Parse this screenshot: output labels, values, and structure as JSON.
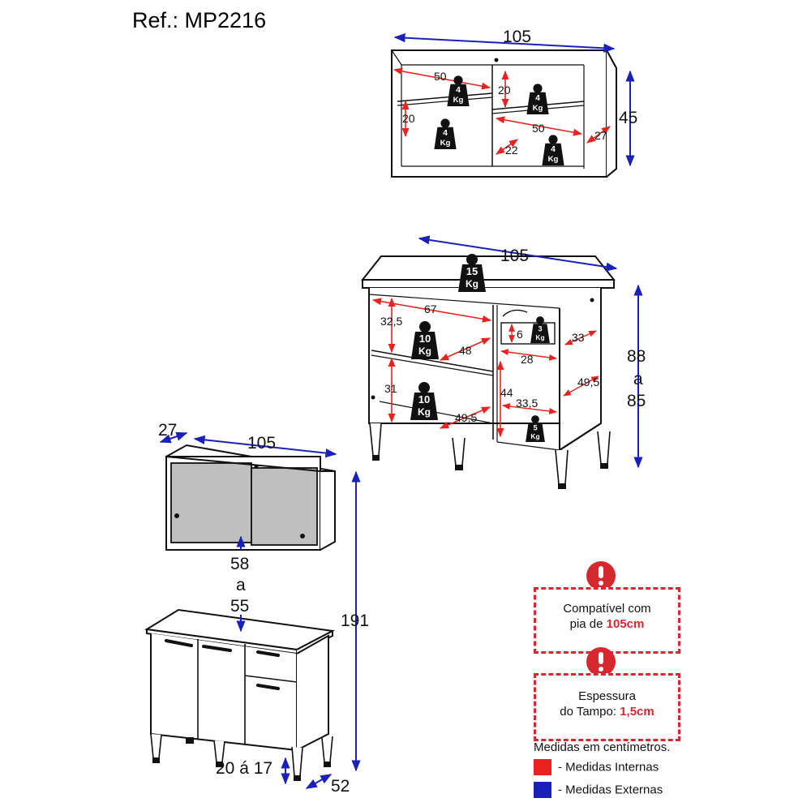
{
  "ref": "Ref.: MP2216",
  "colors": {
    "internal": "#e8231f",
    "external": "#1a21b8",
    "warning": "#d7282f",
    "line": "#111111",
    "glass": "#bfbfbf"
  },
  "wall_unit": {
    "width": "105",
    "height": "45",
    "depth": "27",
    "internal": {
      "left_width": "50",
      "right_width": "50",
      "shelf_gap_top": "20",
      "shelf_gap_left": "20",
      "shelf_depth": "22"
    },
    "weights": [
      "4\nKg",
      "4\nKg",
      "4\nKg",
      "4\nKg"
    ]
  },
  "base_unit": {
    "width": "105",
    "height_line1": "88",
    "height_line2": "a",
    "height_line3": "85",
    "top_weight": "15\nKg",
    "internal": {
      "left_width": "67",
      "upper_gap": "32,5",
      "lower_gap": "31",
      "upper_depth": "48",
      "lower_depth": "49,5",
      "drawer_height": "6",
      "drawer_width": "28",
      "drawer_depth": "33",
      "right_height": "44",
      "right_width": "33,5",
      "right_depth": "49,5"
    },
    "weights": [
      "10\nKg",
      "10\nKg",
      "3\nKg",
      "5\nKg"
    ]
  },
  "assembled": {
    "upper_depth": "27",
    "upper_width": "105",
    "gap_line1": "58",
    "gap_line2": "a",
    "gap_line3": "55",
    "total_height": "191",
    "feet": "20 á 17",
    "base_depth": "52"
  },
  "notes": [
    {
      "line1": "Compatível com",
      "line2_prefix": "pia de ",
      "line2_highlight": "105cm"
    },
    {
      "line1": "Espessura",
      "line2_prefix": "do Tampo: ",
      "line2_highlight": "1,5cm"
    }
  ],
  "legend": {
    "title": "Medidas em centímetros.",
    "items": [
      {
        "label": "- Medidas Internas",
        "color": "#e8231f"
      },
      {
        "label": "- Medidas Externas",
        "color": "#1a21b8"
      }
    ]
  }
}
